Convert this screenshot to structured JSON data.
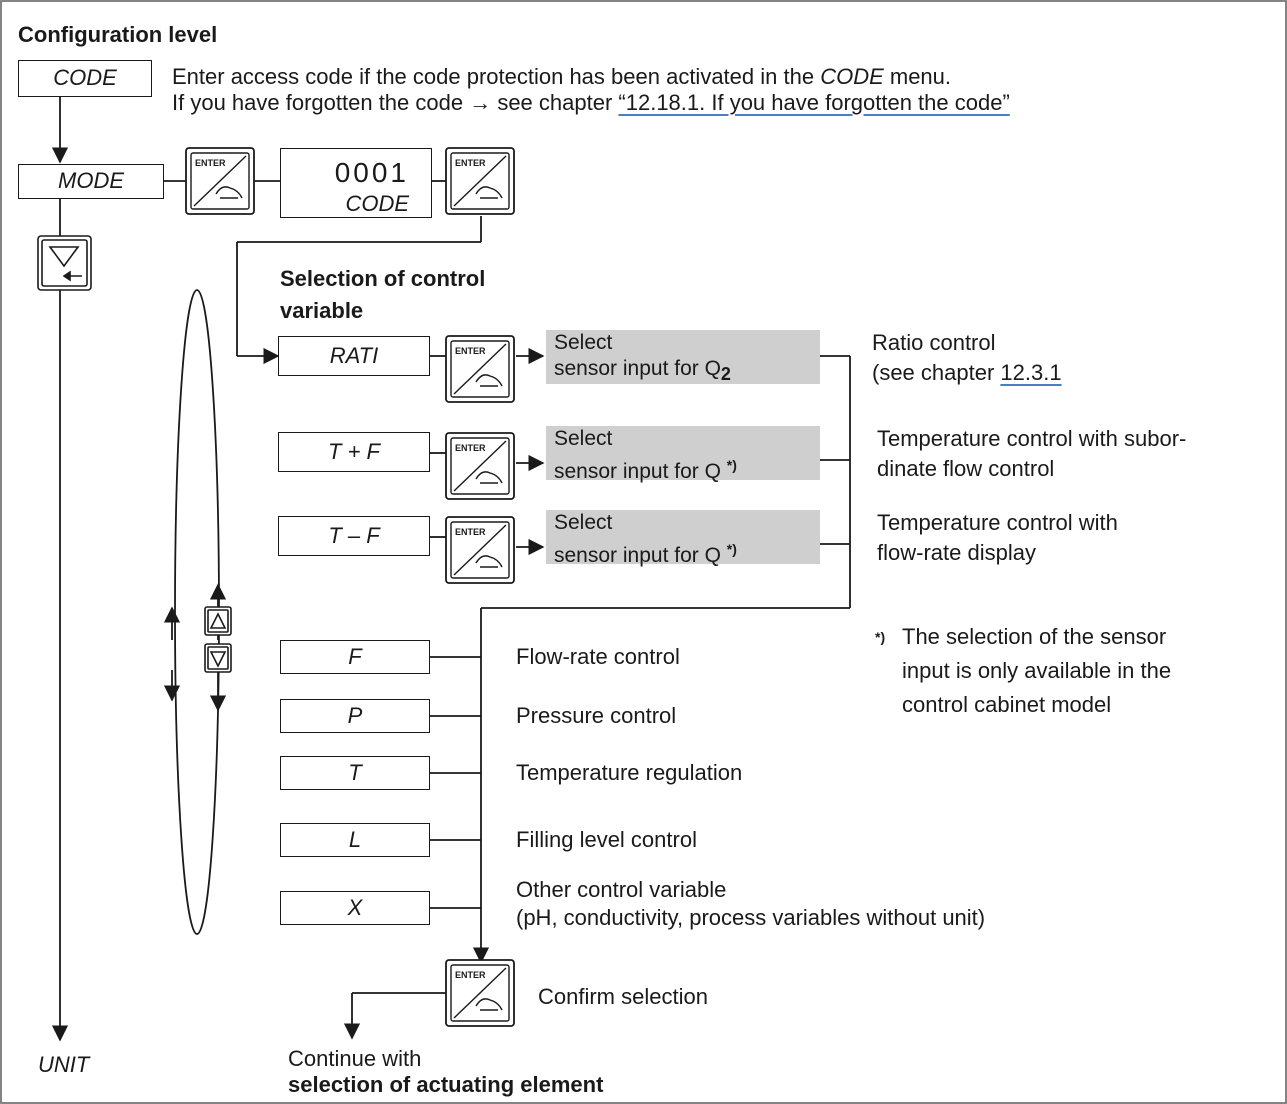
{
  "title": "Configuration level",
  "code_box": "CODE",
  "intro": {
    "line1": "Enter access code if the code protection has been activated in the ",
    "line1_italic": "CODE",
    "line1_end": " menu.",
    "line2": "If you have forgotten the code → see chapter ",
    "line2_link": "“12.18.1. If you have forgotten the code”"
  },
  "mode_box": "MODE",
  "enter_label": "ENTER",
  "display": {
    "digits": "0001",
    "label": "CODE"
  },
  "heading": {
    "line1": "Selection of control",
    "line2": "variable"
  },
  "variables": [
    {
      "code": "RATI",
      "select": "Select",
      "sensor": "sensor input for Q",
      "sub": "2",
      "star": "",
      "desc1": "Ratio control",
      "desc2_prefix": "(see chapter ",
      "desc2_link": "12.3.1"
    },
    {
      "code": "T + F",
      "select": "Select",
      "sensor": "sensor input for Q ",
      "sub": "",
      "star": "*)",
      "desc1": "Temperature control with subor-",
      "desc2": "dinate flow control"
    },
    {
      "code": "T – F",
      "select": "Select",
      "sensor": "sensor input for Q ",
      "sub": "",
      "star": "*)",
      "desc1": "Temperature control with",
      "desc2": "flow-rate display"
    }
  ],
  "footnote": {
    "mark": "*)",
    "line1": "The selection of the sensor",
    "line2": "input is only available in the",
    "line3": "control cabinet model"
  },
  "simple_variables": [
    {
      "code": "F",
      "desc": "Flow-rate control"
    },
    {
      "code": "P",
      "desc": "Pressure control"
    },
    {
      "code": "T",
      "desc": "Temperature regulation"
    },
    {
      "code": "L",
      "desc": "Filling level control"
    },
    {
      "code": "X",
      "desc": "Other control variable",
      "desc2": "(pH, conductivity, process variables without unit)"
    }
  ],
  "confirm": "Confirm selection",
  "continue": {
    "line1": "Continue with",
    "line2": "selection of actuating element"
  },
  "unit_label": "UNIT",
  "colors": {
    "grey_box": "#cfcfcf",
    "link_underline": "#4a7fc1",
    "blink": "#e07020"
  }
}
